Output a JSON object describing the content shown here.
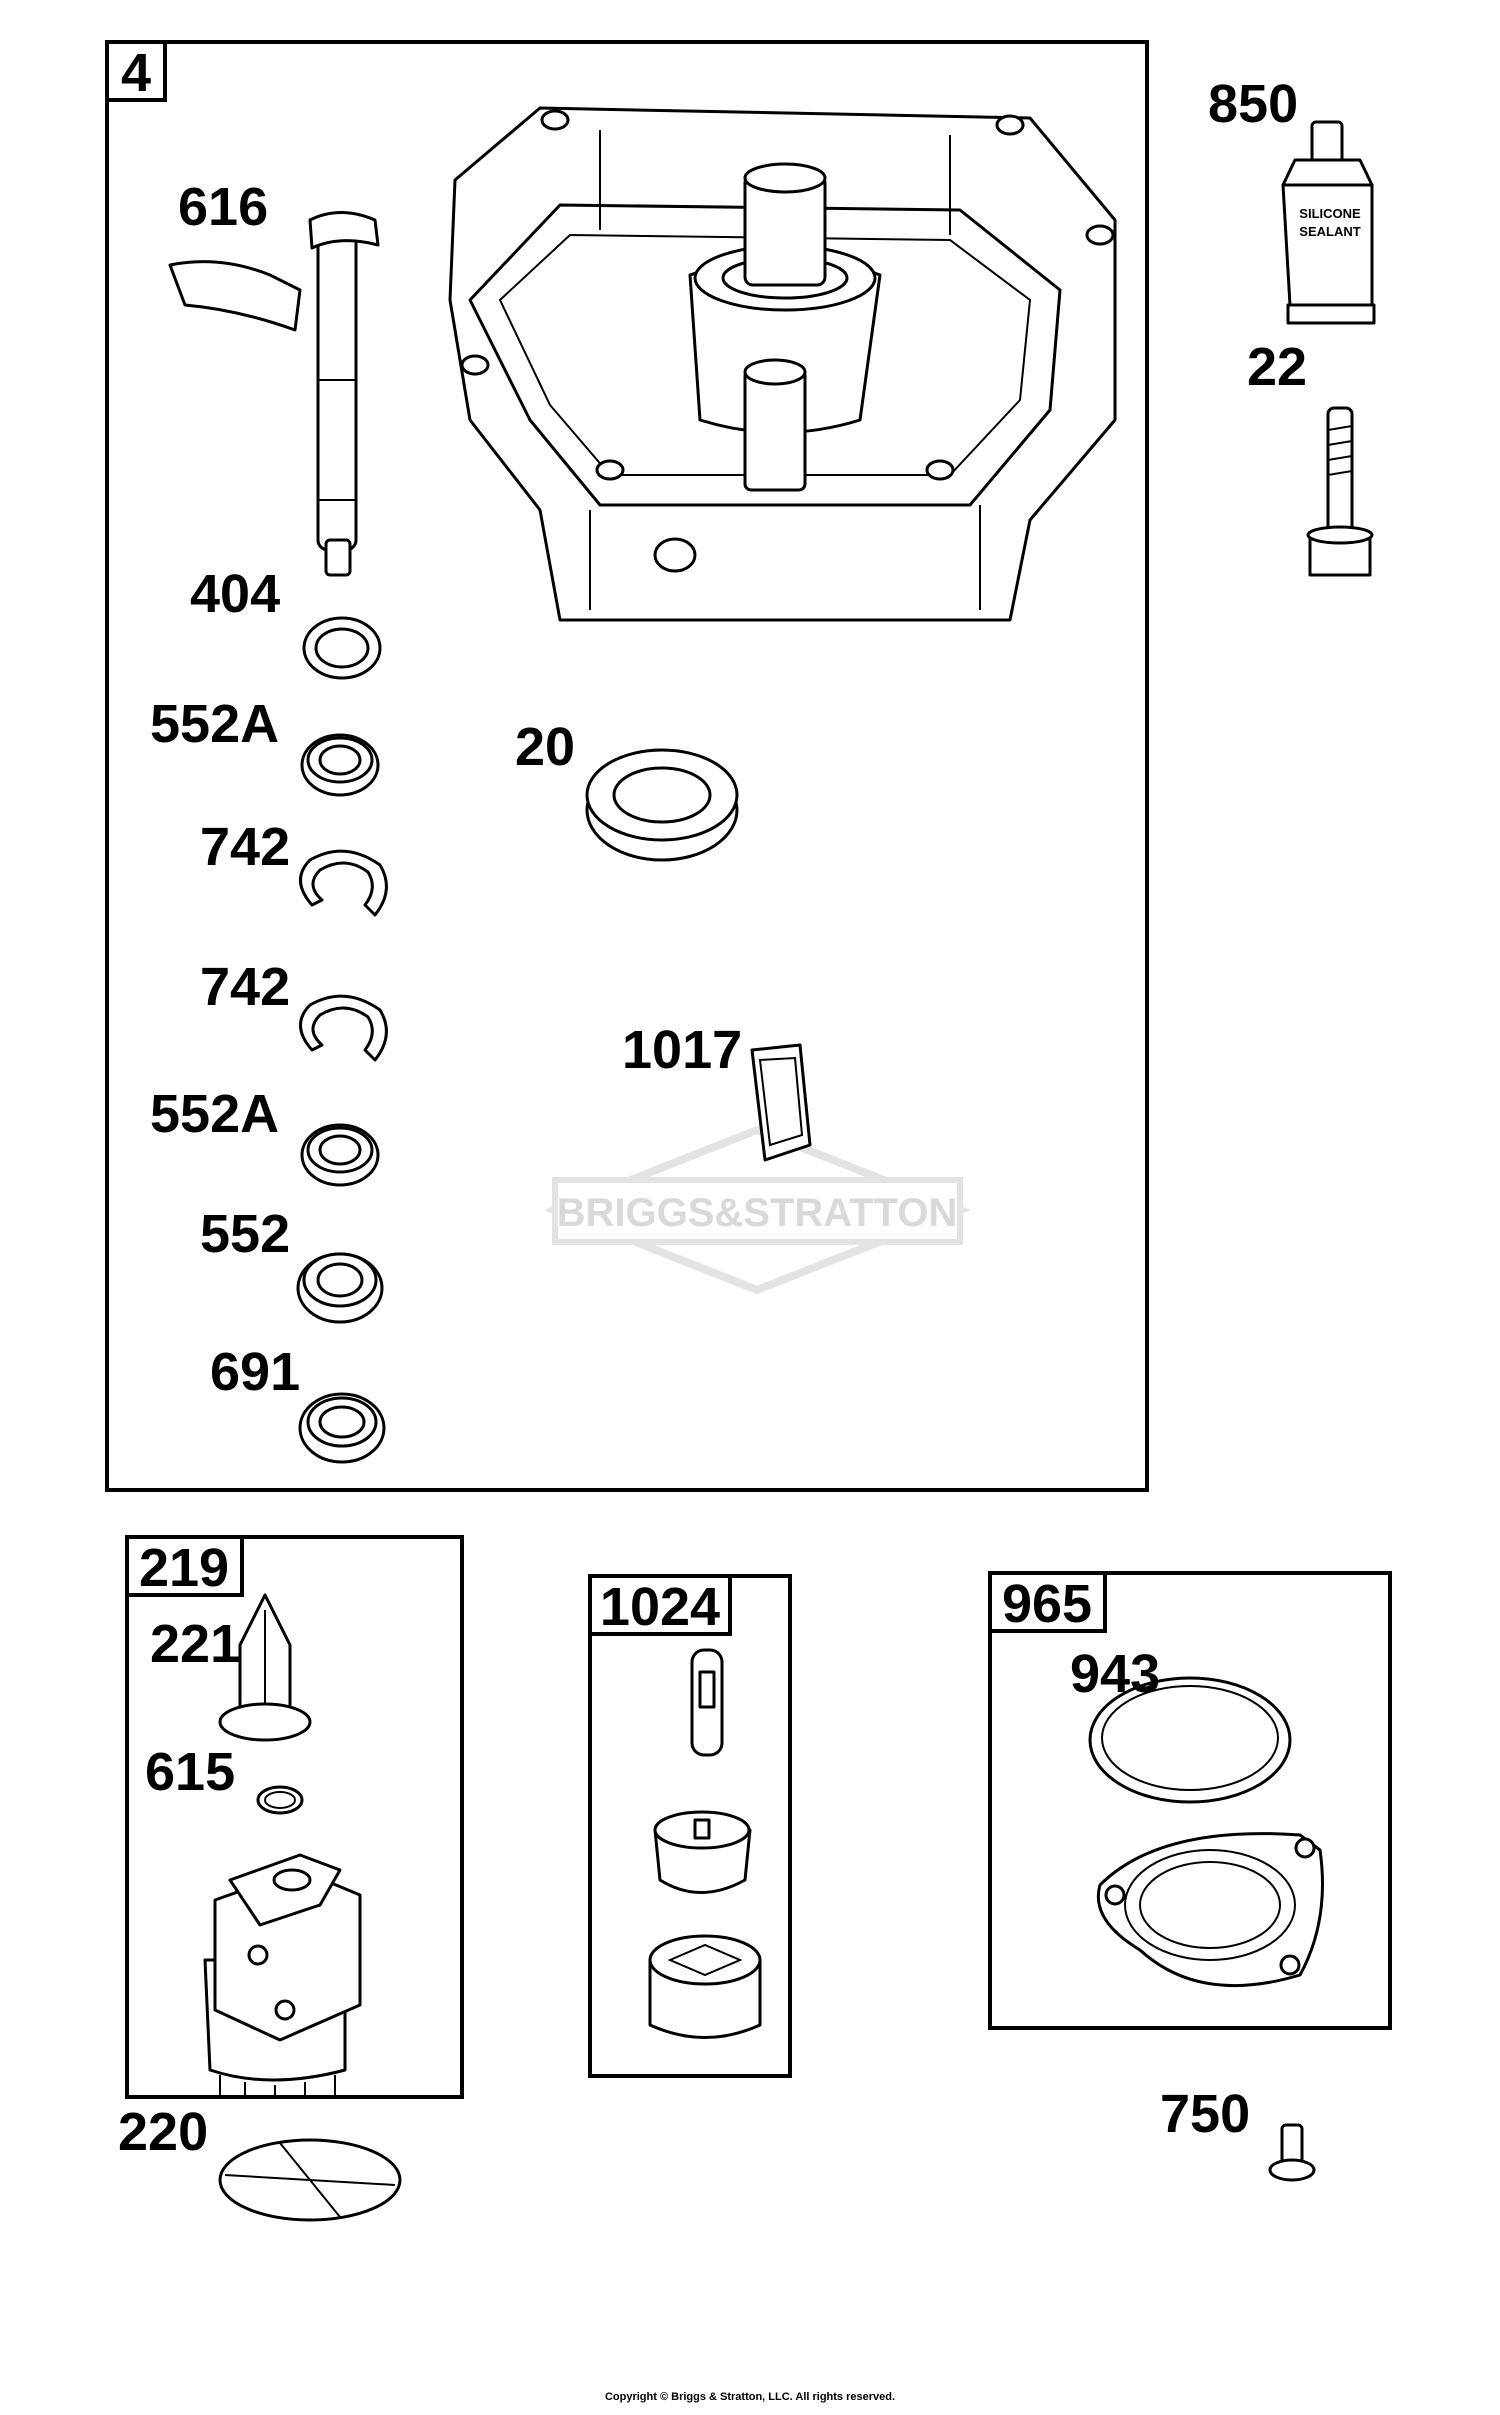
{
  "groups": {
    "g4": "4",
    "g219": "219",
    "g1024": "1024",
    "g965": "965"
  },
  "callouts": {
    "p616": "616",
    "p404": "404",
    "p552a_1": "552A",
    "p742_1": "742",
    "p742_2": "742",
    "p552a_2": "552A",
    "p552": "552",
    "p691": "691",
    "p20": "20",
    "p1017": "1017",
    "p850": "850",
    "p22": "22",
    "p221": "221",
    "p615": "615",
    "p220": "220",
    "p943": "943",
    "p750": "750"
  },
  "tube_label": {
    "line1": "SILICONE",
    "line2": "SEALANT"
  },
  "watermark": "BRIGGS&STRATTON",
  "copyright": "Copyright © Briggs & Stratton, LLC. All rights reserved.",
  "colors": {
    "ink": "#000000",
    "paper": "#ffffff",
    "watermark": "#d9d9d9"
  }
}
